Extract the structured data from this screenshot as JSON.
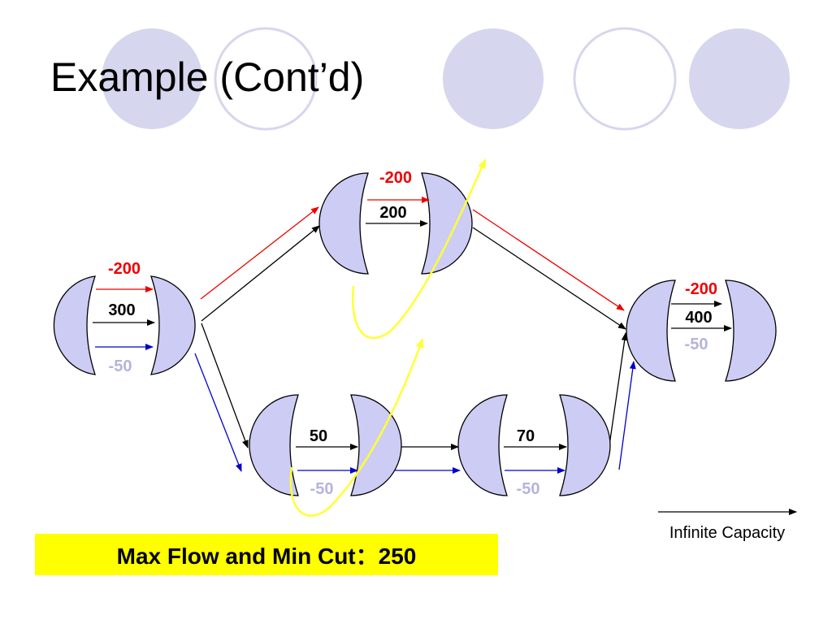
{
  "slide": {
    "title": "Example (Cont’d)",
    "banner": "Max Flow and Min Cut：250"
  },
  "legend": {
    "label": "Infinite Capacity"
  },
  "edges": {
    "source_top": {
      "red": "-200",
      "black": "300",
      "blue": "-50"
    },
    "top_node": {
      "red": "-200",
      "black": "200"
    },
    "sink": {
      "red": "-200",
      "black": "400",
      "blue": "-50"
    },
    "bottom_left": {
      "black": "50",
      "blue": "-50"
    },
    "bottom_right": {
      "black": "70",
      "blue": "-50"
    }
  },
  "colors": {
    "node_fill": "#ccccf5",
    "deco_fill": "#d6d6ee",
    "red": "#ee0000",
    "blue": "#0000cc",
    "blue_label": "#b4b4dc",
    "cut": "#ffff33",
    "banner": "#ffff00"
  }
}
